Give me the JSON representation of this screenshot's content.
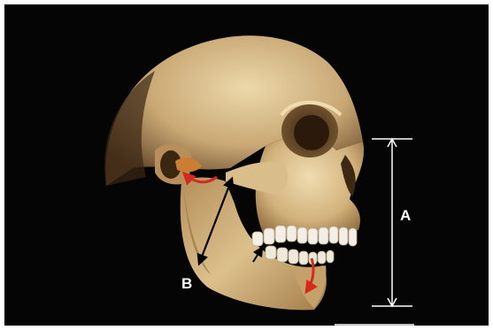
{
  "labels": {
    "a": "A",
    "b": "B"
  },
  "colors": {
    "background": "#050505",
    "frame": "#ffffff",
    "bone_light": "#e8d3a4",
    "bone_mid": "#c9a875",
    "bone_dark": "#7a5a33",
    "teeth": "#f3efe6",
    "red_arrow": "#d42a1c",
    "measure_line": "#ffffff",
    "arrow_black": "#000000"
  },
  "icons": {
    "skull": "skull-lateral-illustration",
    "rotation_arrows": "red-curved-arrows",
    "measure": "vertical-dimension-line"
  }
}
